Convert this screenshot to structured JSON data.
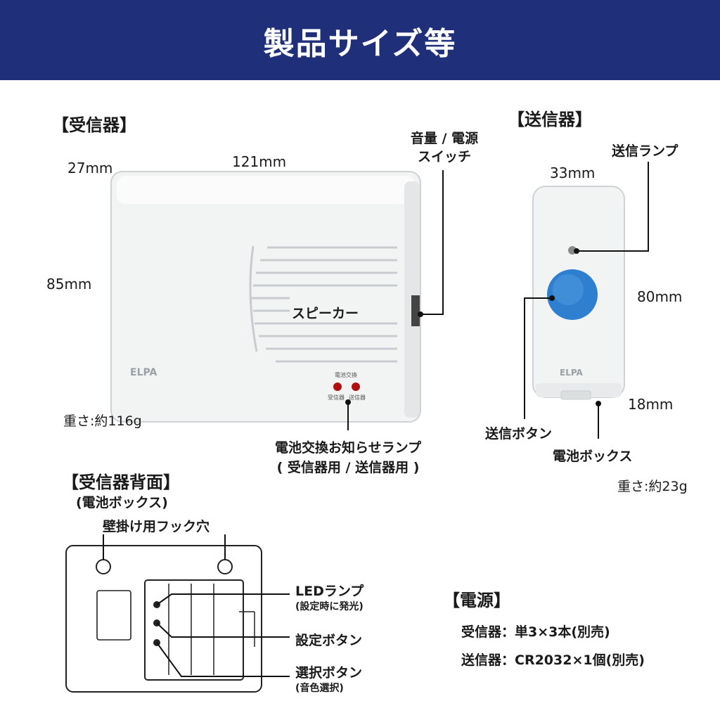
{
  "banner": {
    "title": "製品サイズ等"
  },
  "receiver": {
    "heading": "【受信器】",
    "depth": "27mm",
    "width": "121mm",
    "height": "85mm",
    "speaker_label": "スピーカー",
    "switch_label_line1": "音量 / 電源",
    "switch_label_line2": "スイッチ",
    "weight": "重さ:約116g",
    "brand": "ELPA",
    "lamp_caption": "電池交換",
    "lamp_left": "受信器",
    "lamp_right": "送信器",
    "battery_lamp_line1": "電池交換お知らせランプ",
    "battery_lamp_line2": "( 受信器用 / 送信器用 )"
  },
  "transmitter": {
    "heading": "【送信器】",
    "width": "33mm",
    "height": "80mm",
    "depth": "18mm",
    "send_lamp": "送信ランプ",
    "send_button": "送信ボタン",
    "battery_box": "電池ボックス",
    "weight": "重さ:約23g",
    "brand": "ELPA"
  },
  "receiver_back": {
    "heading": "【受信器背面】",
    "subheading": "(電池ボックス)",
    "hook_holes": "壁掛け用フック穴",
    "led_lamp": "LEDランプ",
    "led_lamp_note": "(設定時に発光)",
    "setting_button": "設定ボタン",
    "select_button": "選択ボタン",
    "select_button_note": "(音色選択)"
  },
  "power": {
    "heading": "【電源】",
    "receiver_line": "受信器：単3×3本(別売)",
    "transmitter_line": "送信器：CR2032×1個(別売)"
  },
  "colors": {
    "banner": "#1f2f7a",
    "button_blue": "#2f7fd0",
    "lamp_red": "#b01010"
  }
}
